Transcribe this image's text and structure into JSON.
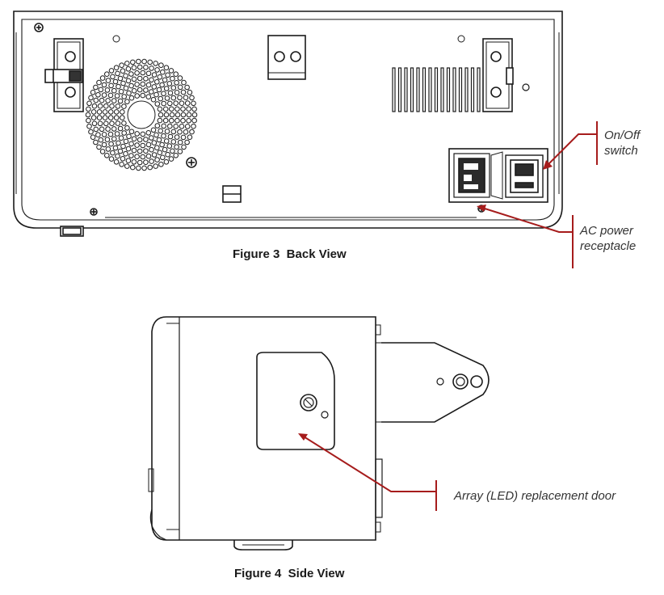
{
  "figures": [
    {
      "id": "back-view",
      "caption": "Figure 3  Back View"
    },
    {
      "id": "side-view",
      "caption": "Figure 4  Side View"
    }
  ],
  "callouts": {
    "on_off_switch": {
      "line1": "On/Off",
      "line2": "switch"
    },
    "ac_power_receptacle": {
      "line1": "AC power",
      "line2": "receptacle"
    },
    "array_door": {
      "text": "Array (LED) replacement door"
    }
  },
  "colors": {
    "line": "#1a1a1a",
    "callout": "#a61c1c",
    "background": "#ffffff"
  }
}
